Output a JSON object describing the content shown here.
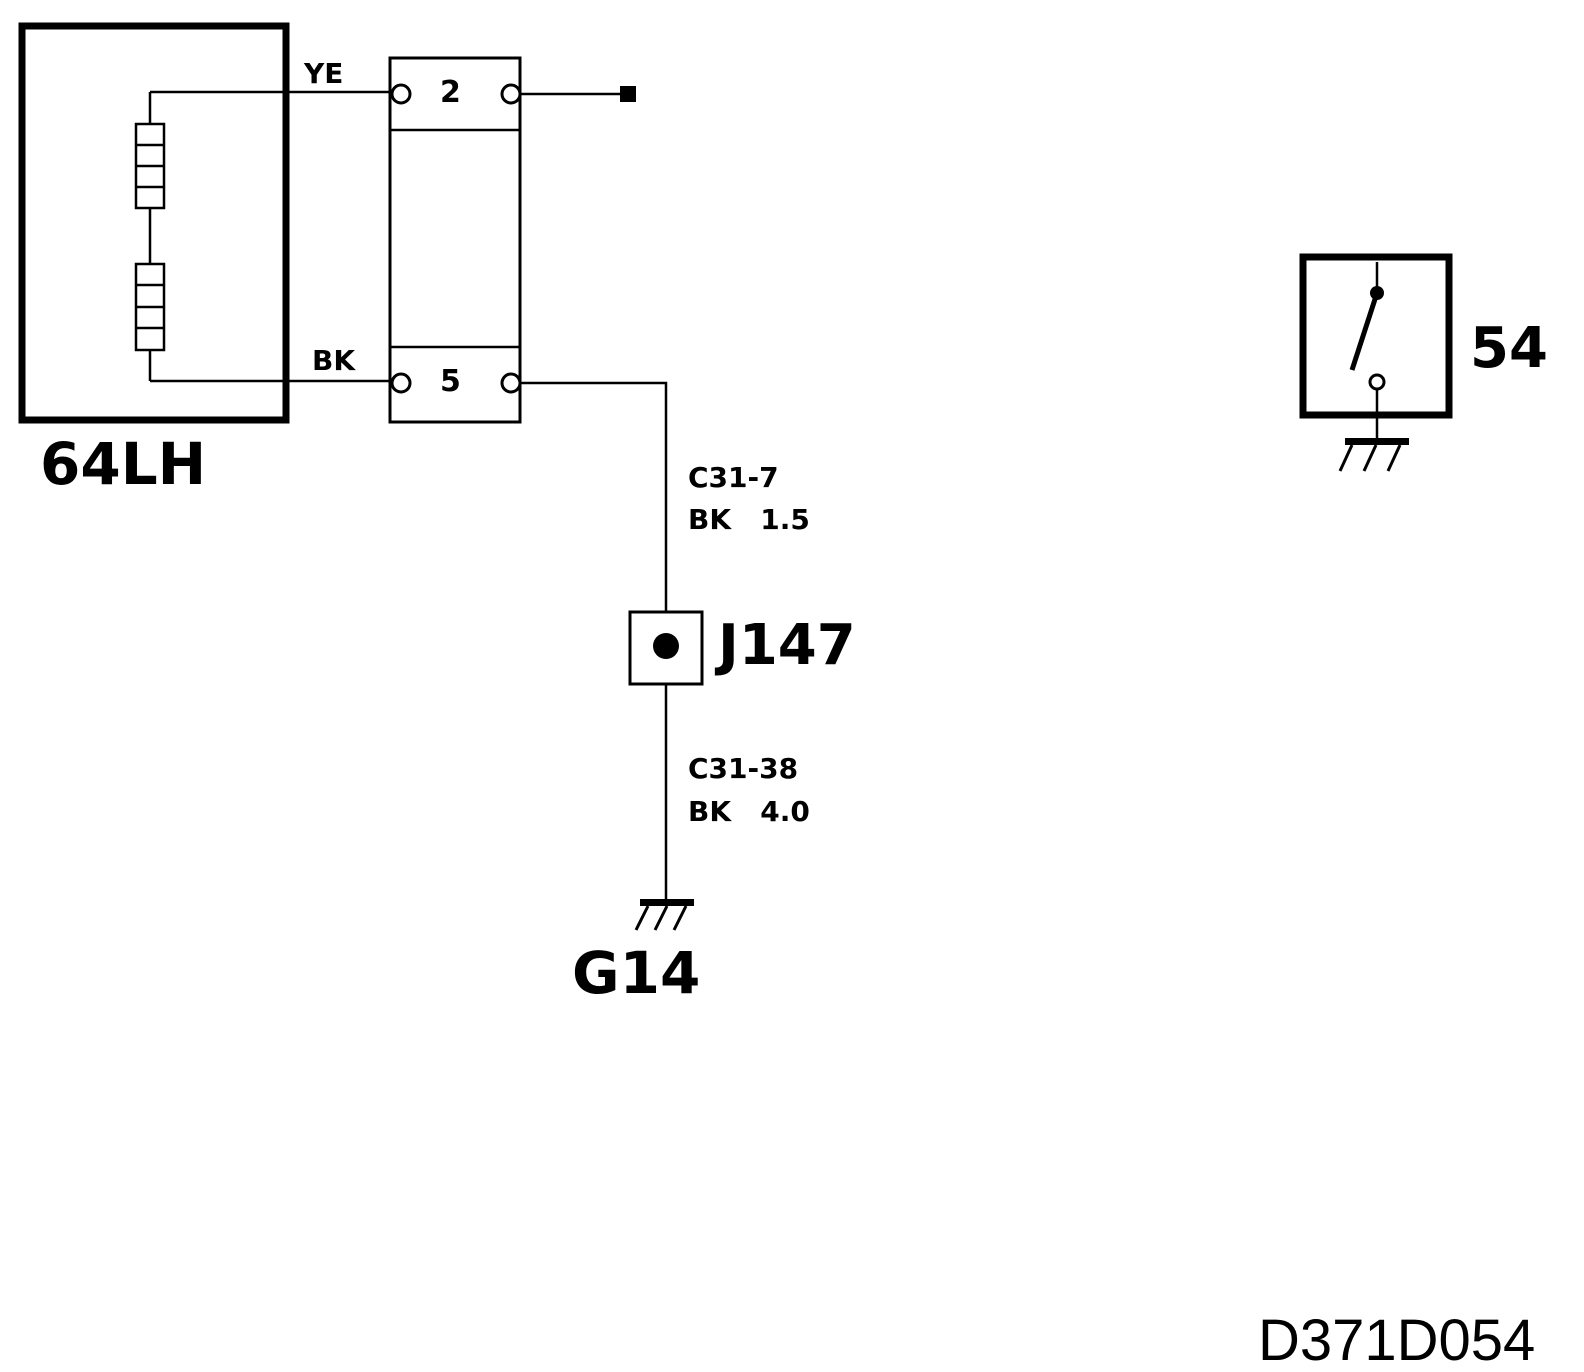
{
  "components": {
    "heater": {
      "label": "64LH"
    },
    "switch": {
      "label": "54"
    }
  },
  "connector": {
    "pins": [
      {
        "number": "2",
        "wire_color": "YE"
      },
      {
        "number": "5",
        "wire_color": "BK"
      }
    ]
  },
  "wires": {
    "upper": {
      "circuit": "C31-7",
      "spec": "BK   1.5"
    },
    "lower": {
      "circuit": "C31-38",
      "spec": "BK   4.0"
    }
  },
  "junction": {
    "label": "J147"
  },
  "ground": {
    "label": "G14"
  },
  "diagram_id": "D371D054"
}
